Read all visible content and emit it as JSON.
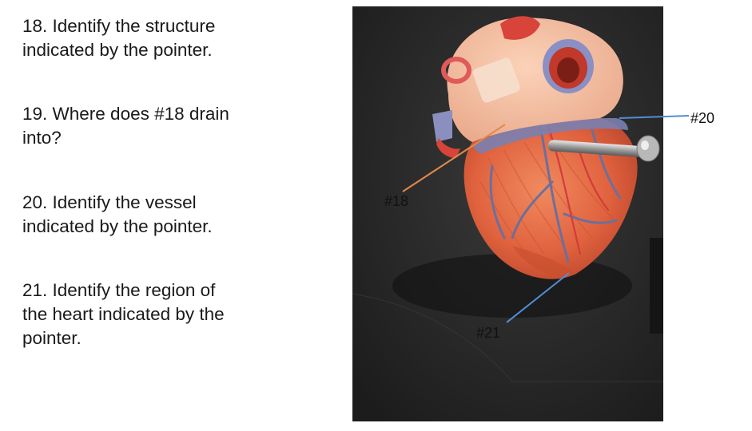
{
  "questions": [
    {
      "lines": [
        "18. Identify the structure",
        "indicated by the pointer."
      ]
    },
    {
      "lines": [
        "19. Where does #18 drain",
        "into?"
      ]
    },
    {
      "lines": [
        "20. Identify the vessel",
        "indicated by the pointer."
      ]
    },
    {
      "lines": [
        "21. Identify the region of",
        "the heart indicated by the",
        "pointer."
      ]
    }
  ],
  "labels": {
    "l18": "#18",
    "l20": "#20",
    "l21": "#21"
  },
  "colors": {
    "pointer_18": "#e08a4a",
    "pointer_20": "#4f8fd6",
    "pointer_21": "#4f8fd6",
    "heart_muscle": "#e0623e",
    "vessel": "#6b6f9e",
    "background_table": "#2b2b2b"
  },
  "image": {
    "subject": "heart-model-photo"
  }
}
